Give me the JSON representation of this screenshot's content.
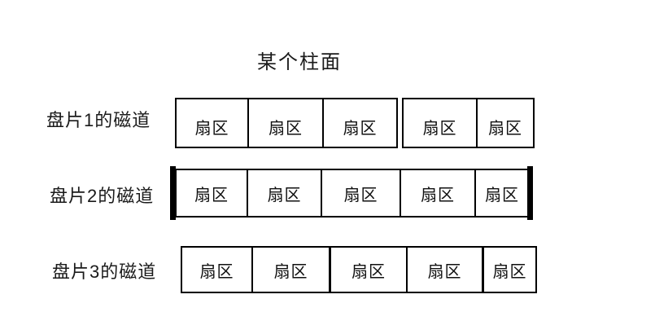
{
  "title": "某个柱面",
  "colors": {
    "ink": "#1a1a1a",
    "border": "#000000",
    "background": "#ffffff"
  },
  "rows": [
    {
      "label": "盘片1的磁道",
      "sectors": [
        "扇区",
        "扇区",
        "扇区",
        "扇区",
        "扇区"
      ]
    },
    {
      "label": "盘片2的磁道",
      "sectors": [
        "扇区",
        "扇区",
        "扇区",
        "扇区",
        "扇区"
      ]
    },
    {
      "label": "盘片3的磁道",
      "sectors": [
        "扇区",
        "扇区",
        "扇区",
        "扇区",
        "扇区"
      ]
    }
  ]
}
